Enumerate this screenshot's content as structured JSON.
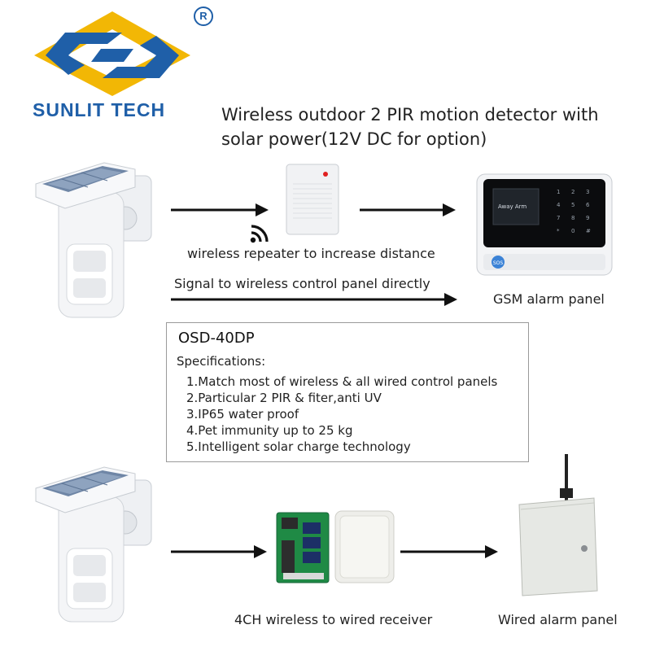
{
  "brand": {
    "name": "SUNLIT TECH",
    "registered_mark": "R",
    "colors": {
      "blue": "#1f5fa8",
      "yellow": "#f2b705"
    }
  },
  "headline": {
    "line1": "Wireless outdoor 2 PIR motion detector with",
    "line2": "solar power(12V DC for option)"
  },
  "top_flow": {
    "detector_icon": "solar-pir-detector",
    "repeater_icon": "wireless-repeater",
    "signal_icon": "wifi-signal-icon",
    "repeater_caption": "wireless repeater to increase distance",
    "direct_caption": "Signal to wireless control panel directly",
    "panel_caption": "GSM alarm  panel",
    "panel_screen_text": "Away Arm",
    "panel_button_label": "SOS",
    "keypad_keys": [
      "1",
      "2",
      "3",
      "4",
      "5",
      "6",
      "7",
      "8",
      "9",
      "*",
      "0",
      "#"
    ]
  },
  "spec": {
    "model": "OSD-40DP",
    "heading": "Specifications:",
    "items": [
      "1.Match most of wireless & all wired control panels",
      "2.Particular 2 PIR & fiter,anti UV",
      "3.IP65 water proof",
      "4.Pet immunity up to 25 kg",
      "5.Intelligent solar charge technology"
    ]
  },
  "bottom_flow": {
    "receiver_caption": "4CH wireless to wired receiver",
    "wired_panel_caption": "Wired alarm panel"
  }
}
